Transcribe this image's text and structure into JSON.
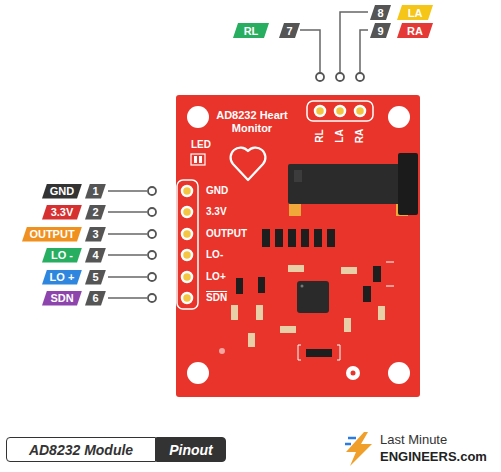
{
  "diagram": {
    "nodes": [
      {
        "text": [
          "RL"
        ]
      },
      {
        "text": [
          "7"
        ]
      },
      {
        "text": [
          "8"
        ]
      },
      {
        "text": [
          "LA"
        ]
      },
      {
        "text": [
          "9"
        ]
      },
      {
        "text": [
          "RA"
        ]
      },
      {
        "text": [
          "AD8232 Heart Monitor"
        ]
      },
      {
        "text": [
          "GND"
        ]
      },
      {
        "text": [
          "1"
        ]
      },
      {
        "text": [
          "3.3V"
        ]
      },
      {
        "text": [
          "2"
        ]
      },
      {
        "text": [
          "OUTPUT"
        ]
      },
      {
        "text": [
          "3"
        ]
      },
      {
        "text": [
          "LO -"
        ]
      },
      {
        "text": [
          "4"
        ]
      },
      {
        "text": [
          "LO +"
        ]
      },
      {
        "text": [
          "5"
        ]
      },
      {
        "text": [
          "SDN"
        ]
      },
      {
        "text": [
          "6"
        ]
      },
      {
        "text": [
          "AD8232 Module"
        ]
      },
      {
        "text": [
          "Pinout"
        ]
      }
    ],
    "labels": [
      "LED",
      "GND",
      "3.3V",
      "OUTPUT",
      "LO-",
      "LO+",
      "SDN",
      "RL",
      "LA",
      "RA",
      "Last Minute",
      "ENGINEERS.com"
    ]
  }
}
